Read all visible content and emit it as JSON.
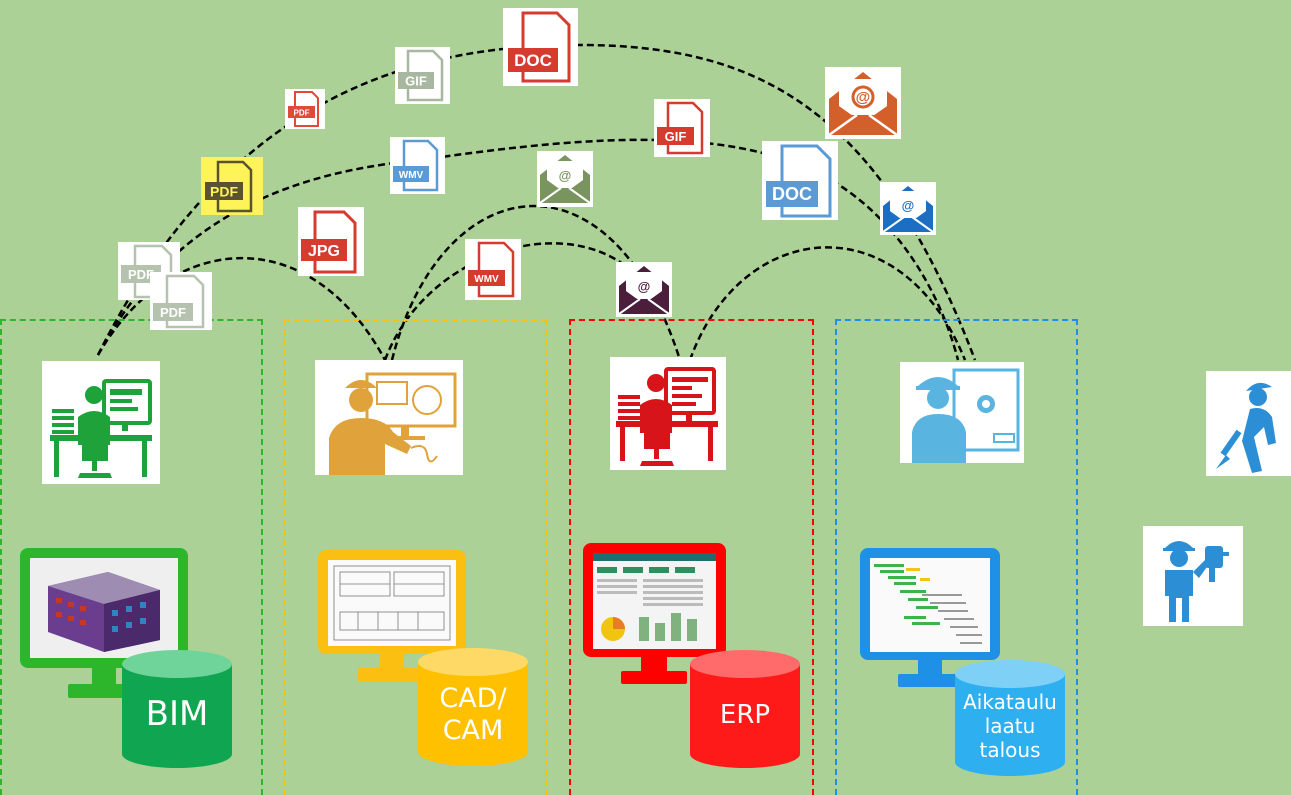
{
  "colors": {
    "background": "#acd196",
    "bim": "#2db52b",
    "cad": "#fbbf12",
    "erp": "#ff0000",
    "schedule": "#1e90e6",
    "db_bim": "#10a651",
    "db_cad": "#ffc000",
    "db_erp": "#ff1a1a",
    "db_schedule": "#2eb0f0"
  },
  "databases": {
    "bim": "BIM",
    "cad_line1": "CAD/",
    "cad_line2": "CAM",
    "erp": "ERP",
    "schedule_line1": "Aikataulu",
    "schedule_line2": "laatu",
    "schedule_line3": "talous"
  },
  "file_icons": {
    "pdf_small_top": "PDF",
    "pdf_yellow": "PDF",
    "pdf_gray_1": "PDF",
    "pdf_gray_2": "PDF",
    "gif_gray": "GIF",
    "gif_red": "GIF",
    "doc_red": "DOC",
    "doc_blue": "DOC",
    "wmv_blue": "WMV",
    "wmv_red": "WMV",
    "jpg_red": "JPG"
  },
  "email_icons": [
    "envelope-orange",
    "envelope-blue",
    "envelope-green",
    "envelope-purple"
  ],
  "user_icons": [
    "designer-green",
    "engineer-orange",
    "planner-red",
    "engineer-blue",
    "worker-drill",
    "worker-tool"
  ]
}
